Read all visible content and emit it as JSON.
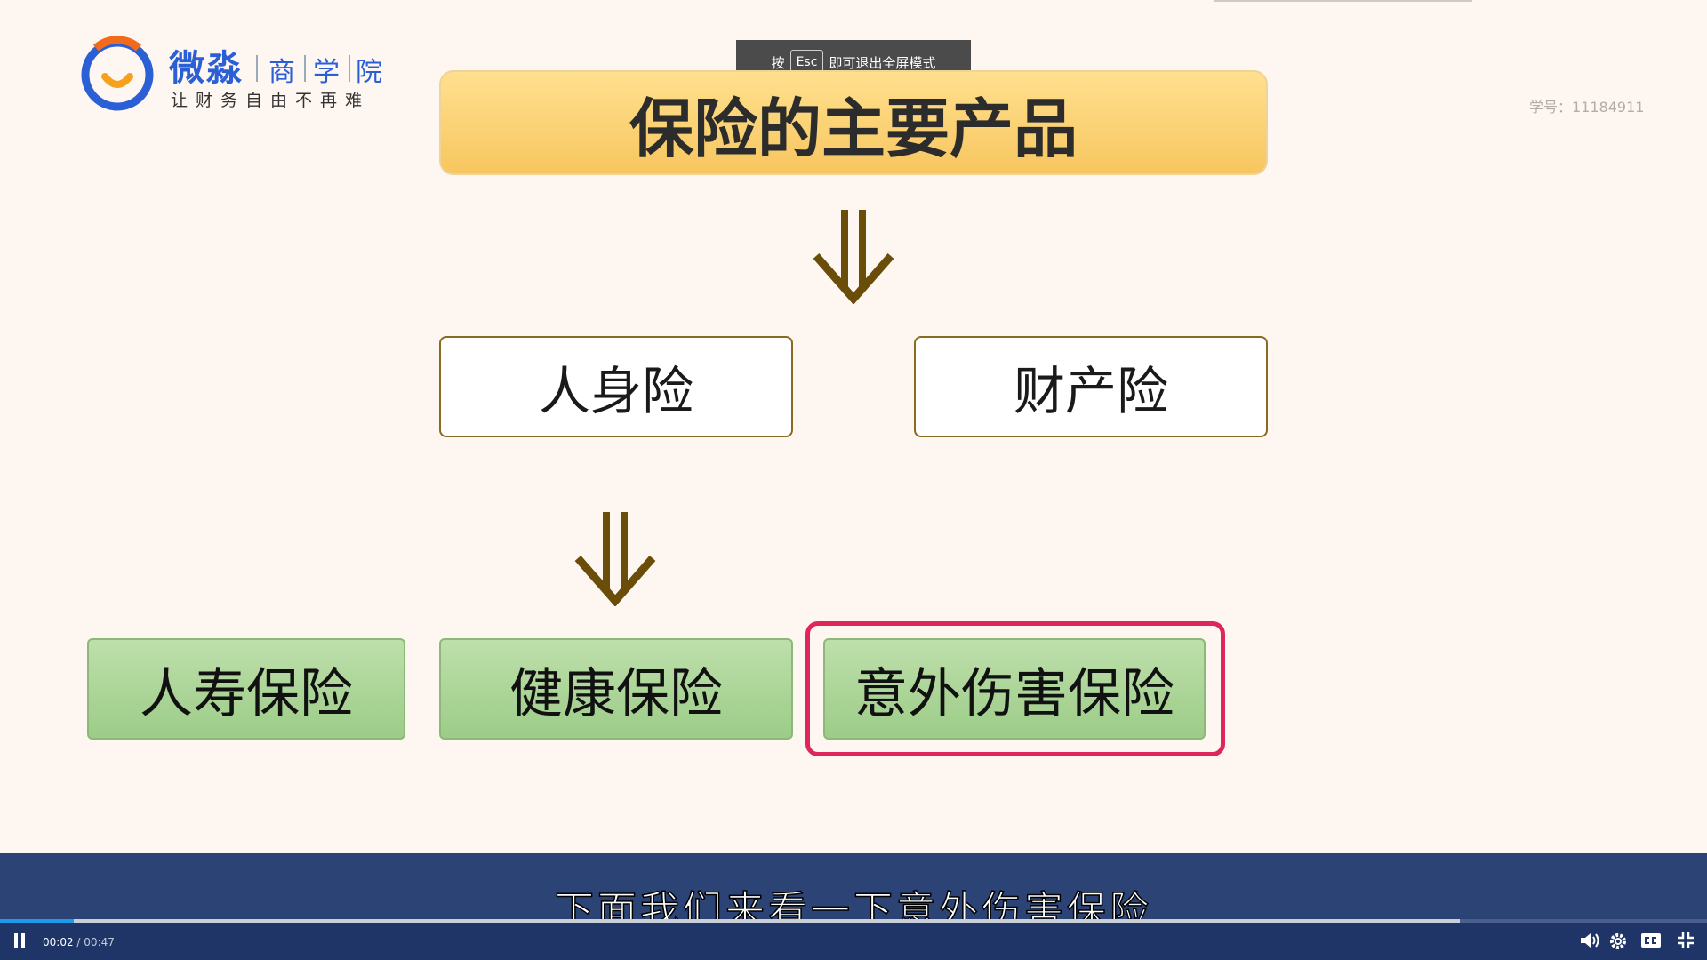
{
  "logo": {
    "brand": "微淼",
    "word1": "商",
    "word2": "学",
    "word3": "院",
    "slogan": "让财务自由不再难"
  },
  "student_id": "学号：11184911",
  "esc_hint": {
    "prefix": "按",
    "key": "Esc",
    "suffix": "即可退出全屏模式"
  },
  "diagram": {
    "title": "保险的主要产品",
    "level1": [
      "人身险",
      "财产险"
    ],
    "level2": [
      "人寿保险",
      "健康保险",
      "意外伤害保险"
    ],
    "highlighted": "意外伤害保险"
  },
  "subtitle": "下面我们来看一下意外伤害保险",
  "player": {
    "current_time": "00:02",
    "separator": "/",
    "duration": "00:47",
    "progress_fraction": 0.043,
    "buffered_fraction": 0.855,
    "state": "playing"
  },
  "colors": {
    "brand_blue": "#2b5fd6",
    "brand_orange": "#f26b1d",
    "title_gold": "#f7c660",
    "arrow_brown": "#6b4d0a",
    "green_box": "#9ccc88",
    "highlight_red": "#e0245c",
    "subtitle_band": "#2b4375",
    "progress_blue": "#1e9be8"
  }
}
